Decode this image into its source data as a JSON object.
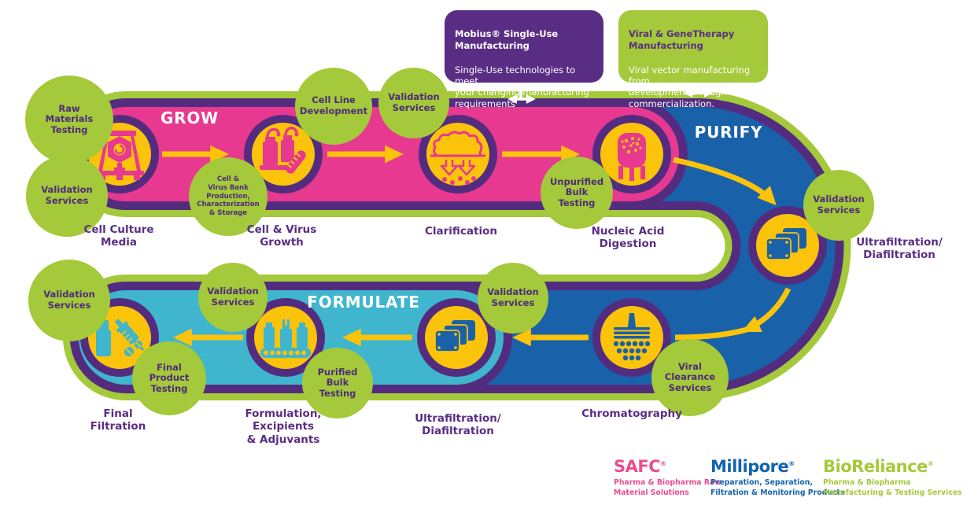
{
  "colors": {
    "grow_band": "#e6398f",
    "purify_band": "#1961a9",
    "formulate_band": "#3fb6cd",
    "green": "#a4c93a",
    "purple": "#532c80",
    "label_purple": "#5a2d84",
    "yellow": "#fcc30b",
    "white": "#ffffff"
  },
  "stages": {
    "grow": "GROW",
    "purify": "PURIFY",
    "formulate": "FORMULATE"
  },
  "steps": [
    {
      "label": "Cell Culture\nMedia"
    },
    {
      "label": "Cell & Virus\nGrowth"
    },
    {
      "label": "Clarification"
    },
    {
      "label": "Nucleic Acid\nDigestion"
    },
    {
      "label": "Ultrafiltration/\nDiafiltration"
    },
    {
      "label": "Chromatography"
    },
    {
      "label": "Ultrafiltration/\nDiafiltration"
    },
    {
      "label": "Formulation,\nExcipients\n& Adjuvants"
    },
    {
      "label": "Final\nFiltration"
    }
  ],
  "bubbles": [
    {
      "label": "Raw\nMaterials\nTesting"
    },
    {
      "label": "Validation\nServices"
    },
    {
      "label": "Cell &\nVirus Bank\nProduction,\nCharacterization\n& Storage"
    },
    {
      "label": "Cell Line\nDevelopment"
    },
    {
      "label": "Validation\nServices"
    },
    {
      "label": "Unpurified\nBulk\nTesting"
    },
    {
      "label": "Validation\nServices"
    },
    {
      "label": "Validation\nServices"
    },
    {
      "label": "Viral\nClearance\nServices"
    },
    {
      "label": "Validation\nServices"
    },
    {
      "label": "Purified\nBulk\nTesting"
    },
    {
      "label": "Validation\nServices"
    },
    {
      "label": "Final\nProduct\nTesting"
    }
  ],
  "callouts": {
    "mobius": {
      "title": "Mobius® Single-Use\nManufacturing",
      "body": "Single-Use technologies to meet\nyour changing manufacturing\nrequirements"
    },
    "viral": {
      "title": "Viral & GeneTherapy\nManufacturing",
      "body": "Viral vector manufacturing from\ndevelopment through\ncommercialization."
    }
  },
  "logos": [
    {
      "name": "SAFC",
      "reg": "®",
      "tagline": "Pharma & Biopharma Raw\nMaterial Solutions",
      "color": "#ea4d8f"
    },
    {
      "name": "Millipore",
      "reg": "®",
      "tagline": "Preparation, Separation,\nFiltration & Monitoring Products",
      "color": "#1263ae"
    },
    {
      "name": "BioReliance",
      "reg": "®",
      "tagline": "Pharma & Biopharma\nManufacturing & Testing Services",
      "color": "#a6c93a"
    }
  ],
  "icons": [
    "bioreactor-icon",
    "seed-train-vessels-icon",
    "clarification-cloud-filter-icon",
    "digestion-tank-icon",
    "tangential-flow-cassette-icon",
    "chromatography-column-icon",
    "tangential-flow-cassette-icon",
    "vial-filling-conveyor-icon",
    "syringe-and-vial-icon",
    "callout-pointer-arrow-icon"
  ]
}
